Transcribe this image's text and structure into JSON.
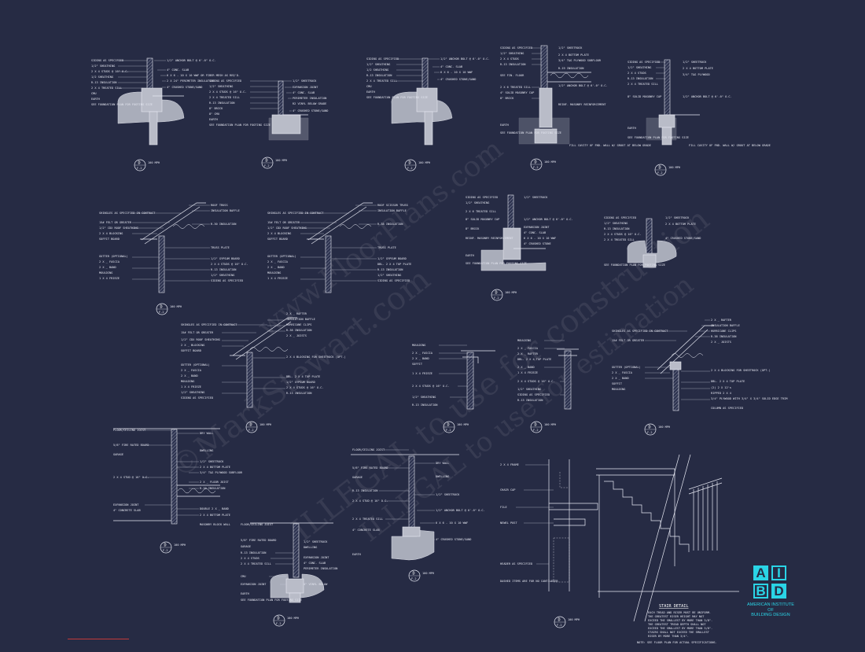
{
  "colors": {
    "background": "#262b44",
    "linework": "#e8eaf4",
    "logo": "#2ad4e6",
    "redline": "#c23a3a"
  },
  "watermark": {
    "line1": "©MarkStewart.com",
    "line2": "ILLEGAL to use for construction",
    "line3": "www.FloorPlans.com",
    "line4": "ILLEGAL to use for estimation"
  },
  "logo": {
    "letters": [
      "A",
      "I",
      "B",
      "D"
    ],
    "name_lines": [
      "AMERICAN INSTITUTE",
      "OF",
      "BUILDING DESIGN"
    ]
  },
  "details": {
    "d1": {
      "label": "D",
      "sheet": "F-2",
      "scale": "100 MPH",
      "notes": [
        "SIDING AS SPECIFIED",
        "1/2\" SHEATHING",
        "2 X 4 STUDS @ 16\" O.C.",
        "1/2 SHEATHING",
        "R-13 INSULATION",
        "2 X 4 TREATED SILL",
        "CMU",
        "EARTH",
        "SEE FOUNDATION PLAN FOR FOOTING SIZE"
      ],
      "right_notes": [
        "1/2\" ANCHOR BOLT @ 6'-0\" O.C.",
        "4\" CONC. SLAB",
        "6 X 6 - 10 X 10 WWF OR FIBER MESH AS REQ'D.",
        "2 X 24\" PERIMETER INSULATION",
        "4\" CRUSHED STONE/SAND"
      ]
    },
    "d2": {
      "label": "D",
      "sheet": "F-2",
      "scale": "100 MPH",
      "notes": [
        "SIDING AS SPECIFIED",
        "1/2\" SHEATHING",
        "2 X 4 STUDS @ 16\" O.C.",
        "2 X 4 TREATED SILL",
        "R-13 INSULATION",
        "8\" BRICK",
        "8\" CMU",
        "EARTH",
        "SEE FOUNDATION PLAN FOR FOOTING SIZE"
      ],
      "right_notes": [
        "1/2\" SHEETROCK",
        "EXPANSION JOINT",
        "4\" CONC. SLAB",
        "PERIMETER INSULATION",
        "R2 VINYL BELOW GRADE",
        "4\" CRUSHED STONE/SAND"
      ]
    },
    "d3": {
      "label": "D",
      "sheet": "F-2",
      "scale": "100 MPH",
      "notes": [
        "SIDING AS SPECIFIED",
        "1/2\" SHEATHING",
        "1/2 SHEATHING",
        "R-13 INSULATION",
        "2 X 4 TREATED SILL",
        "CMU",
        "EARTH",
        "SEE FOUNDATION PLAN FOR FOOTING SIZE"
      ],
      "right_notes": [
        "1/2\" ANCHOR BOLT @ 6'-0\" O.C.",
        "4\" CONC. SLAB",
        "6 X 6 - 10 X 10 WWF",
        "4\" CRUSHED STONE/SAND"
      ]
    },
    "d4": {
      "label": "D",
      "sheet": "F-2",
      "scale": "100 MPH",
      "notes": [
        "SIDING AS SPECIFIED",
        "1/2\" SHEATHING",
        "2 X 4 STUDS",
        "R-13 INSULATION",
        "SEE FIN. FLOOR",
        "2 X 6 TREATED SILL",
        "4\" SOLID MASONRY CAP",
        "8\" BRICK",
        "EARTH",
        "SEE FOUNDATION PLAN FOR FOOTING SIZE"
      ],
      "right_notes": [
        "1/2\" SHEETROCK",
        "2 X 4 BOTTOM PLATE",
        "3/4\" T&G PLYWOOD SUBFLOOR",
        "R-19 INSULATION",
        "1/2\" ANCHOR BOLT @ 6'-0\" O.C.",
        "REINF. MASONRY REINFORCEMENT"
      ],
      "bottom_note": "FILL CAVITY OF FND. WALL W/ GROUT AT BELOW GRADE"
    },
    "d5": {
      "label": "D",
      "sheet": "F-2",
      "scale": "100 MPH",
      "notes": [
        "SIDING AS SPECIFIED",
        "1/2\" SHEATHING",
        "2 X 4 STUDS",
        "R-13 INSULATION",
        "2 X 4 TREATED SILL",
        "8\" SOLID MASONRY CAP",
        "EARTH",
        "SEE FOUNDATION PLAN FOR FOOTING SIZE"
      ],
      "right_notes": [
        "1/2\" SHEETROCK",
        "2 X 4 BOTTOM PLATE",
        "3/4\" T&G PLYWOOD",
        "1/2\" ANCHOR BOLT @ 6'-0\" O.C."
      ],
      "bottom_note": "FILL CAVITY OF FND. WALL W/ GROUT AT BELOW GRADE"
    },
    "e1": {
      "label": "D",
      "sheet": "F-2",
      "scale": "100 MPH",
      "notes": [
        "SHINGLES AS SPECIFIED IN CONTRACT",
        "15# FELT OR GREATER",
        "1/2\" CDX ROOF SHEATHING",
        "2 X 4 BLOCKING",
        "SOFFIT BOARD",
        "GUTTER (OPTIONAL)",
        "2 X _ FASCIA",
        "2 X _ BAND",
        "MOULDING",
        "1 X 4 FRIEZE"
      ],
      "right_notes": [
        "ROOF TRUSS",
        "INSULATION BAFFLE",
        "R-30 INSULATION",
        "TRUSS PLATE",
        "1/2\" GYPSUM BOARD",
        "2 X 4 STUDS @ 16\" O.C.",
        "R-13 INSULATION",
        "1/2\" SHEATHING",
        "SIDING AS SPECIFIED"
      ]
    },
    "e2": {
      "label": "D",
      "sheet": "F-2",
      "scale": "100 MPH",
      "notes": [
        "SHINGLES AS SPECIFIED IN CONTRACT",
        "15# FELT OR GREATER",
        "1/2\" CDX ROOF SHEATHING",
        "2 X 4 BLOCKING",
        "SOFFIT BOARD",
        "GUTTER (OPTIONAL)",
        "2 X _ FASCIA",
        "2 X _ BAND",
        "MOULDING",
        "1 X 4 FRIEZE"
      ],
      "right_notes": [
        "ROOF SCISSOR TRUSS",
        "INSULATION BAFFLE",
        "R-38 INSULATION",
        "TRUSS PLATE",
        "1/2\" GYPSUM BOARD",
        "DBL. 2 X 4 TOP PLATE",
        "R-13 INSULATION",
        "1/2\" SHEATHING",
        "SIDING AS SPECIFIED"
      ]
    },
    "e3": {
      "label": "D",
      "sheet": "F-2",
      "scale": "100 MPH",
      "notes": [
        "SIDING AS SPECIFIED",
        "1/2\" SHEATHING",
        "2 X 6 TREATED SILL",
        "8\" SOLID MASONRY CAP",
        "8\" BRICK",
        "REINF. MASONRY REINFORCEMENT",
        "EARTH",
        "SEE FOUNDATION PLAN FOR FOOTING SIZE"
      ],
      "right_notes": [
        "1/2\" SHEETROCK",
        "1/2\" ANCHOR BOLT @ 6'-0\" O.C.",
        "EXPANSION JOINT",
        "4\" CONC. SLAB",
        "6 X 6 - 10 X 10 WWF",
        "4\" CRUSHED STONE"
      ]
    },
    "e4": {
      "label": "D",
      "sheet": "F-2",
      "scale": "100 MPH",
      "notes": [
        "SIDING AS SPECIFIED",
        "1/2\" SHEATHING",
        "R-13 INSULATION",
        "2 X 4 STUDS @ 16\" O.C.",
        "2 X 4 TREATED SILL",
        "SEE FOUNDATION PLAN FOR FOOTING SIZE"
      ],
      "right_notes": [
        "1/2\" SHEETROCK",
        "2 X 4 BOTTOM PLATE",
        "4\" CRUSHED STONE/SAND"
      ]
    },
    "f1": {
      "label": "D",
      "sheet": "F-2",
      "scale": "100 MPH",
      "notes": [
        "SHINGLES AS SPECIFIED IN CONTRACT",
        "15# FELT OR GREATER",
        "1/2\" CDX ROOF SHEATHING",
        "2 X _ BLOCKING",
        "SOFFIT BOARD",
        "GUTTER (OPTIONAL)",
        "2 X _ FASCIA",
        "2 X _ BAND",
        "MOULDING",
        "1 X 4 FRIEZE",
        "1/2\" SHEATHING",
        "SIDING AS SPECIFIED"
      ],
      "right_notes": [
        "2 X _ RAFTER",
        "INSULATION BAFFLE",
        "HURRICANE CLIPS",
        "R-38 INSULATION",
        "2 X _ JOISTS",
        "2 X 4 BLOCKING FOR SHEETROCK (OPT.)",
        "DBL. 2 X 4 TOP PLATE",
        "1/2\" GYPSUM BOARD",
        "2 X 4 STUDS @ 16\" O.C.",
        "R-13 INSULATION"
      ]
    },
    "f2": {
      "label": "D",
      "sheet": "F-2",
      "scale": "100 MPH",
      "notes": [
        "MOULDING",
        "2 X _ FASCIA",
        "2 X _ BAND",
        "SOFFIT",
        "1 X 4 FRIEZE",
        "2 X 4 STUDS @ 16\" O.C.",
        "1/2\" SHEATHING",
        "R-13 INSULATION"
      ]
    },
    "f3": {
      "label": "D",
      "sheet": "F-2",
      "scale": "100 MPH",
      "notes": [
        "MOULDING",
        "2 X _ FASCIA",
        "2 X _ RAFTER",
        "DBL. 2 X 4 TOP PLATE",
        "2 X _ BAND",
        "1 X 4 FRIEZE",
        "2 X 4 STUDS @ 16\" O.C.",
        "1/2\" SHEATHING",
        "SIDING AS SPECIFIED",
        "R-13 INSULATION"
      ]
    },
    "f4": {
      "label": "D",
      "sheet": "F-2",
      "scale": "100 MPH",
      "notes": [
        "SHINGLES AS SPECIFIED IN CONTRACT",
        "15# FELT OR GREATER",
        "GUTTER (OPTIONAL)",
        "2 X _ FASCIA",
        "2 X _ BAND",
        "SOFFIT",
        "MOULDING"
      ],
      "right_notes": [
        "2 X _ RAFTER",
        "INSULATION BAFFLE",
        "HURRICANE CLIPS",
        "R-38 INSULATION",
        "2 X _ JOISTS",
        "2 X 4 BLOCKING FOR SHEETROCK (OPT.)",
        "DBL. 2 X 4 TOP PLATE",
        "(2) 2 X 12's",
        "RIPPED 2 X 4",
        "3/4\" PLYWOOD WITH 3/4\" X 3/4\" SOLID EDGE TRIM",
        "COLUMN AS SPECIFIED"
      ]
    },
    "g1": {
      "label": "D",
      "sheet": "F-2",
      "scale": "100 MPH",
      "notes": [
        "FLOOR/CEILING JOIST",
        "5/8\" FIRE RATED BOARD",
        "GARAGE",
        "2 X 4 STUD @ 16\" O.C.",
        "EXPANSION JOINT",
        "4\" CONCRETE SLAB"
      ],
      "right_notes": [
        "DRY WALL",
        "DWELLING",
        "1/2\" SHEETROCK",
        "2 X 4 BOTTOM PLATE",
        "3/4\" T&G PLYWOOD SUBFLOOR",
        "2 X _ FLOOR JOIST",
        "R-19 INSULATION",
        "DOUBLE 2 X _ BAND",
        "2 X 4 BOTTOM PLATE",
        "MASONRY BLOCK WALL"
      ]
    },
    "g2": {
      "label": "D",
      "sheet": "F-2",
      "scale": "100 MPH",
      "notes": [
        "FLOOR/CEILING JOIST",
        "5/8\" FIRE RATED BOARD",
        "GARAGE",
        "R-13 INSULATION",
        "2 X 4 STUD @ 16\" O.C.",
        "2 X 4 TREATED SILL",
        "4\" CONCRETE SLAB",
        "EARTH"
      ],
      "right_notes": [
        "DRY WALL",
        "DWELLING",
        "1/2\" SHEETROCK",
        "1/2\" ANCHOR BOLT @ 6'-0\" O.C.",
        "6 X 6 - 10 X 10 WWF",
        "4\" CRUSHED STONE/SAND"
      ]
    },
    "g3": {
      "label": "D",
      "sheet": "F-2",
      "scale": "100 MPH",
      "notes": [
        "FLOOR/CEILING JOIST",
        "5/8\" FIRE RATED BOARD",
        "GARAGE",
        "R-13 INSULATION",
        "2 X 4 STUDS",
        "2 X 4 TREATED SILL",
        "CMU",
        "EXPANSION JOINT",
        "EARTH",
        "SEE FOUNDATION PLAN FOR FOOTING SIZE"
      ],
      "right_notes": [
        "1/2\" SHEETROCK",
        "DWELLING",
        "EXPANSION JOINT",
        "4\" CONC. SLAB",
        "PERIMETER INSULATION",
        "4\" VINYL BELOW"
      ]
    },
    "stair": {
      "label": "D",
      "sheet": "F-2",
      "scale": "100 MPH",
      "title": "STAIR DETAIL",
      "notes": [
        "2 X 4 FRAME",
        "CHAIR CAP",
        "FILE",
        "NEWEL POST",
        "HEADER AS SPECIFIED",
        "DASHED ITEMS ARE FOR NO CANTILEVER"
      ],
      "spec_lines": [
        "EACH TREAD AND RISER MUST BE UNIFORM.",
        "THE GREATEST RISER HEIGHT MAY NOT",
        "EXCEED THE SMALLEST BY MORE THAN 3/8\".",
        "THE GREATEST TREAD DEPTH SHALL NOT",
        "EXCEED THE SMALLEST BY MORE THAN 3/8\".",
        "STAIRS SHALL NOT EXCEED THE SMALLEST",
        "RISER BY MORE THAN 3/4\".",
        "NOTE: SEE FLOOR PLAN FOR ACTUAL SPECIFICATIONS."
      ]
    }
  }
}
